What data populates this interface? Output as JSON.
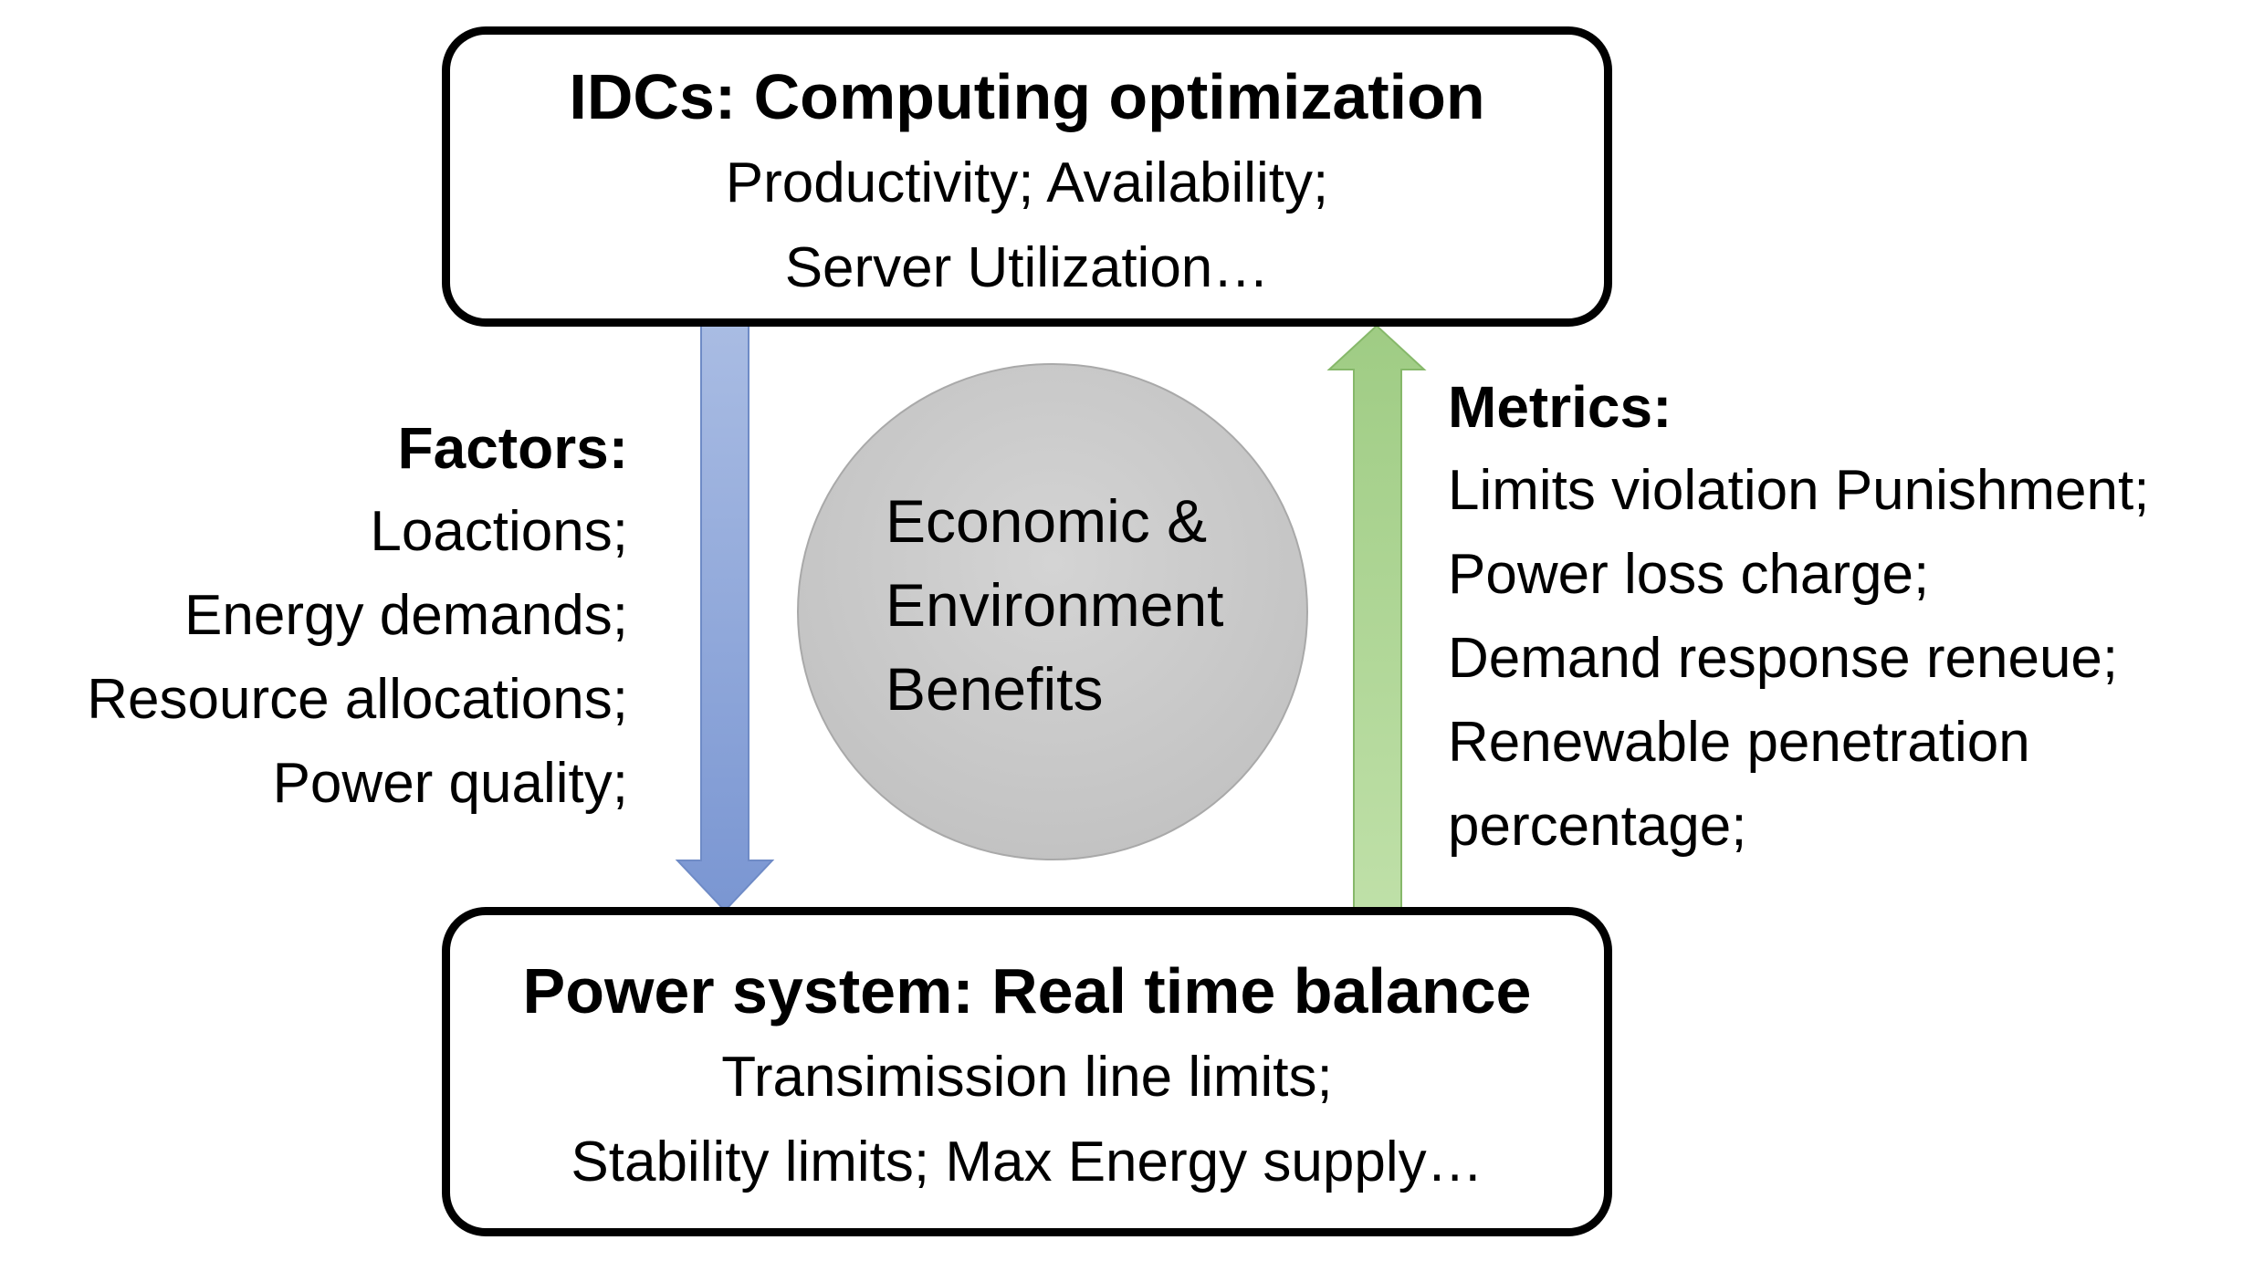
{
  "diagram": {
    "top_box": {
      "title": "IDCs: Computing optimization",
      "lines": [
        "Productivity; Availability;",
        "Server Utilization…"
      ]
    },
    "bottom_box": {
      "title": "Power system: Real time balance",
      "lines": [
        "Transimission line limits;",
        "Stability limits; Max Energy supply…"
      ]
    },
    "center_circle": {
      "lines": [
        "Economic &",
        "Environment",
        "Benefits"
      ]
    },
    "factors": {
      "heading": "Factors:",
      "items": [
        "Loactions;",
        "Energy demands;",
        "Resource allocations;",
        "Power quality;"
      ]
    },
    "metrics": {
      "heading": "Metrics:",
      "items": [
        "Limits violation Punishment;",
        "Power loss charge;",
        "Demand response reneue;",
        "Renewable penetration",
        "percentage;"
      ]
    },
    "colors": {
      "down_arrow": "#8ea6d8",
      "up_arrow": "#a9d08e",
      "circle": "#c8c8c8",
      "border": "#000000"
    }
  }
}
